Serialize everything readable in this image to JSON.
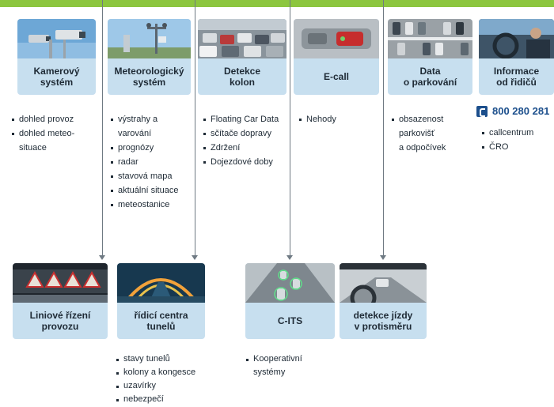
{
  "top_cards": [
    {
      "label": "Kamerový\nsystém",
      "image_icon": "camera-photo"
    },
    {
      "label": "Meteorologický\nsystém",
      "image_icon": "weather-station-photo"
    },
    {
      "label": "Detekce\nkolon",
      "image_icon": "traffic-jam-photo"
    },
    {
      "label": "E-call",
      "image_icon": "ecall-button-photo"
    },
    {
      "label": "Data\no parkování",
      "image_icon": "parking-lot-photo"
    },
    {
      "label": "Informace\nod řidičů",
      "image_icon": "driver-photo"
    }
  ],
  "top_lists": {
    "kamerovy": [
      "dohled provoz",
      "dohled meteo-\nsituace"
    ],
    "meteo": [
      "výstrahy a\nvarování",
      "prognózy",
      "radar",
      "stavová mapa",
      "aktuální situace",
      "meteostanice"
    ],
    "kolony": [
      "Floating Car Data",
      "sčítače dopravy",
      "Zdržení",
      "Dojezdové doby"
    ],
    "ecall": [
      "Nehody"
    ],
    "parking": [
      "obsazenost\nparkovišť\na odpočívek"
    ],
    "ridici": [
      "callcentrum",
      "ČRO"
    ]
  },
  "phone": {
    "number": "800 280 281",
    "icon": "phone-icon"
  },
  "bottom_cards": [
    {
      "label": "Liniové řízení\nprovozu",
      "image_icon": "gantry-signs-photo"
    },
    {
      "label": "řídicí centra\ntunelů",
      "image_icon": "tunnel-photo"
    },
    {
      "label": "C-ITS",
      "image_icon": "connected-cars-photo"
    },
    {
      "label": "detekce jízdy\nv protisměru",
      "image_icon": "wrong-way-photo"
    }
  ],
  "bottom_lists": {
    "tunely": [
      "stavy tunelů",
      "kolony a kongesce",
      "uzavírky",
      "nebezpečí"
    ],
    "cits": [
      "Kooperativní\nsystémy"
    ]
  },
  "colors": {
    "accent_green": "#8cc63f",
    "card_blue": "#c7dfef",
    "phone_blue": "#1c4f8c",
    "line_gray": "#6f7a83"
  }
}
